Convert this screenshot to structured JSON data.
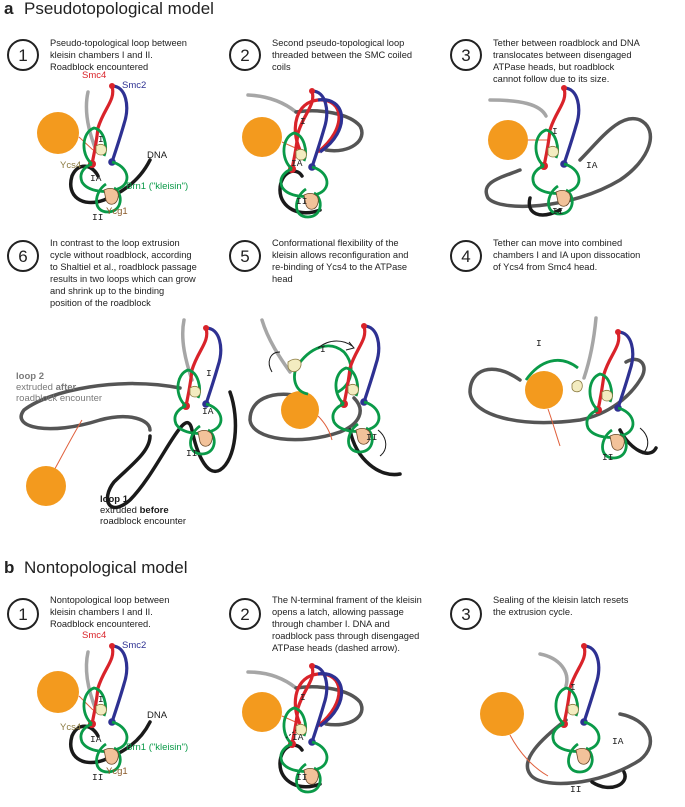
{
  "section_a": {
    "letter": "a",
    "title": "Pseudotopological model"
  },
  "section_b": {
    "letter": "b",
    "title": "Nontopological model"
  },
  "panels_a": [
    {
      "num": "1",
      "lines": [
        "Pseudo-topological loop between",
        "kleisin chambers I and II.",
        "Roadblock  encountered"
      ]
    },
    {
      "num": "2",
      "lines": [
        "Second pseudo-topological loop",
        "threaded between the SMC coiled",
        "coils"
      ]
    },
    {
      "num": "3",
      "lines": [
        "Tether between roadblock and DNA",
        "translocates between disengaged",
        "ATPase heads, but roadblock",
        "cannot follow due to its size."
      ]
    },
    {
      "num": "6",
      "lines": [
        "In contrast to the loop extrusion",
        "cycle without roadblock, according",
        "to Shaltiel et al., roadblock passage",
        "results in two loops which can grow",
        "and shrink up to the binding",
        "position of the roadblock"
      ]
    },
    {
      "num": "5",
      "lines": [
        "Conformational flexibility of the",
        "kleisin allows reconfiguration and",
        "re-binding of Ycs4 to the ATPase",
        "head"
      ]
    },
    {
      "num": "4",
      "lines": [
        "Tether can move into combined",
        "chambers I and IA upon dissocation",
        "of Ycs4 from Smc4 head."
      ]
    }
  ],
  "panels_b": [
    {
      "num": "1",
      "lines": [
        "Nontopological loop between",
        "kleisin chambers I and II.",
        "Roadblock  encountered."
      ]
    },
    {
      "num": "2",
      "lines": [
        "The N-terminal frament of the kleisin",
        "opens a latch, allowing passage",
        "through chamber I. DNA and",
        "roadblock pass through disengaged",
        "ATPase heads (dashed arrow)."
      ]
    },
    {
      "num": "3",
      "lines": [
        "Sealing of the kleisin latch resets",
        "the extrusion cycle."
      ]
    }
  ],
  "labels": {
    "smc4": "Smc4",
    "smc2": "Smc2",
    "dna": "DNA",
    "ycs4": "Ycs4",
    "brn1": "Brn1 (\"kleisin\")",
    "ycg1": "Ycg1",
    "chamber_i": "I",
    "chamber_ia": "IA",
    "chamber_ii": "II"
  },
  "loop2": {
    "line1": "loop 2",
    "line2_a": "extruded ",
    "line2_b": "after",
    "line3": "roadblock encounter"
  },
  "loop1": {
    "line1": "loop 1",
    "line2_a": "extruded ",
    "line2_b": "before",
    "line3": "roadblock encounter"
  },
  "colors": {
    "smc4": "#d9232a",
    "smc2": "#2e3192",
    "kleisin": "#0a9a48",
    "dna_dark": "#1a1a1a",
    "dna_mid": "#555555",
    "dna_light": "#a6a6a6",
    "roadblock": "#f39a1e",
    "ycg1": "#f2c29a",
    "ycs4": "#f3ecc0",
    "tether": "#e0603c"
  }
}
